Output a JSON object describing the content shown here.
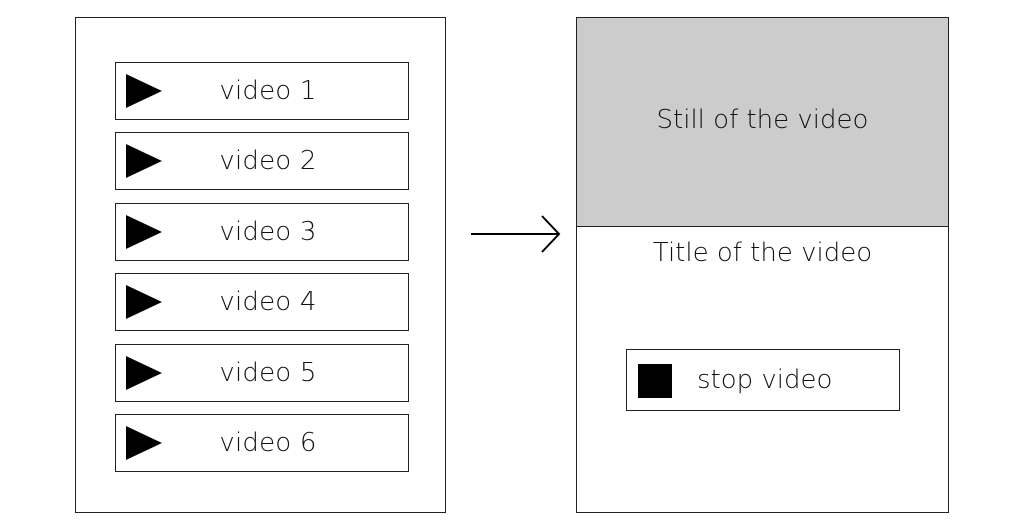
{
  "video_list": {
    "items": [
      {
        "label": "video 1",
        "icon": "play-icon"
      },
      {
        "label": "video 2",
        "icon": "play-icon"
      },
      {
        "label": "video 3",
        "icon": "play-icon"
      },
      {
        "label": "video 4",
        "icon": "play-icon"
      },
      {
        "label": "video 5",
        "icon": "play-icon"
      },
      {
        "label": "video 6",
        "icon": "play-icon"
      }
    ]
  },
  "arrow": {
    "icon": "arrow-right-icon"
  },
  "player": {
    "still_label": "Still of the video",
    "still_color": "#cccccc",
    "title": "Title of the video",
    "stop_button": {
      "label": "stop video",
      "icon": "stop-icon"
    }
  }
}
